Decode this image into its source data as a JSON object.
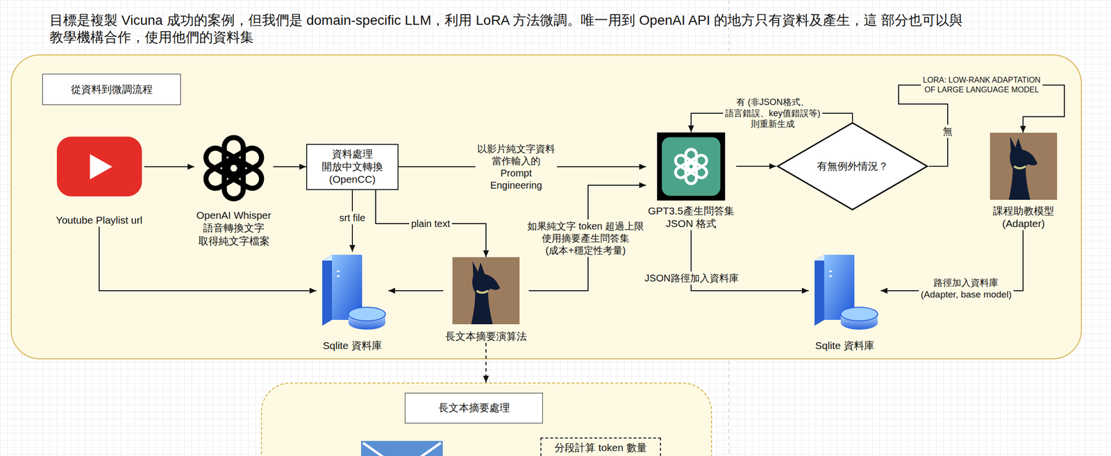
{
  "diagram": {
    "title": "目標是複製 Vicuna 成功的案例，但我們是 domain-specific LLM，利用 LoRA 方法微調。唯一用到 OpenAI API 的地方只有資料及產生，這 部分也可以與教學機構合作，使用他們的資料集",
    "nodes": [
      {
        "text": [
          "從資料到微調流程"
        ]
      },
      {
        "text": [
          "Youtube Playlist url"
        ],
        "in": 0
      },
      {
        "text": [
          "OpenAI Whisper 語音轉換文字 取得純文字檔案"
        ],
        "in": 0
      },
      {
        "text": [
          "資料處理 開放中文轉換 (OpenCC)"
        ],
        "in": 0
      },
      {
        "text": [
          "Sqlite 資料庫"
        ],
        "in": 0
      },
      {
        "text": [
          "長文本摘要演算法"
        ],
        "in": 0
      },
      {
        "text": [
          "GPT3.5產生問答集 JSON 格式"
        ],
        "in": 0
      },
      {
        "text": [
          "有無例外情況？"
        ],
        "in": 0
      },
      {
        "text": [
          "課程助教模型 (Adapter)"
        ],
        "in": 0
      },
      {
        "text": [
          "Sqlite 資料庫"
        ],
        "in": 0
      },
      {
        "text": [
          "長文本摘要處理"
        ]
      },
      {
        "text": [
          "分段計算 token 數量"
        ],
        "in": 10
      }
    ],
    "edges": [
      {
        "from": 1,
        "to": 2,
        "arrow": "to"
      },
      {
        "from": 2,
        "to": 3,
        "arrow": "to"
      },
      {
        "from": 3,
        "to": 6,
        "label": "以影片純文字資料 當作輸入的 Prompt Engineering",
        "arrow": "to"
      },
      {
        "from": 3,
        "to": 4,
        "label": "srt file",
        "arrow": "to"
      },
      {
        "from": 3,
        "to": 5,
        "label": "plain text",
        "arrow": "to"
      },
      {
        "from": 1,
        "to": 4,
        "arrow": "to"
      },
      {
        "from": 5,
        "to": 4,
        "arrow": "to"
      },
      {
        "from": 5,
        "to": 6,
        "label": "如果純文字 token 超過上限 使用摘要產生問答集 (成本+穩定性考量)",
        "arrow": "to"
      },
      {
        "from": 6,
        "to": 7,
        "arrow": "to"
      },
      {
        "from": 7,
        "to": 6,
        "label": "有 (非JSON格式、 語言錯誤、key值錯誤等) 則重新生成",
        "arrow": "to"
      },
      {
        "from": 7,
        "to": 8,
        "label": "無",
        "arrow": "to"
      },
      {
        "from": 6,
        "to": 9,
        "label": "JSON路徑加入資料庫",
        "arrow": "to"
      },
      {
        "from": 8,
        "to": 9,
        "label": "路徑加入資料庫 (Adapter, base model)",
        "arrow": "to"
      },
      {
        "from": 5,
        "to": 10,
        "arrow": "to"
      }
    ],
    "labels": [
      "LORA: LOW-RANK ADAPTATION OF LARGE LANGUAGE MODEL"
    ]
  }
}
